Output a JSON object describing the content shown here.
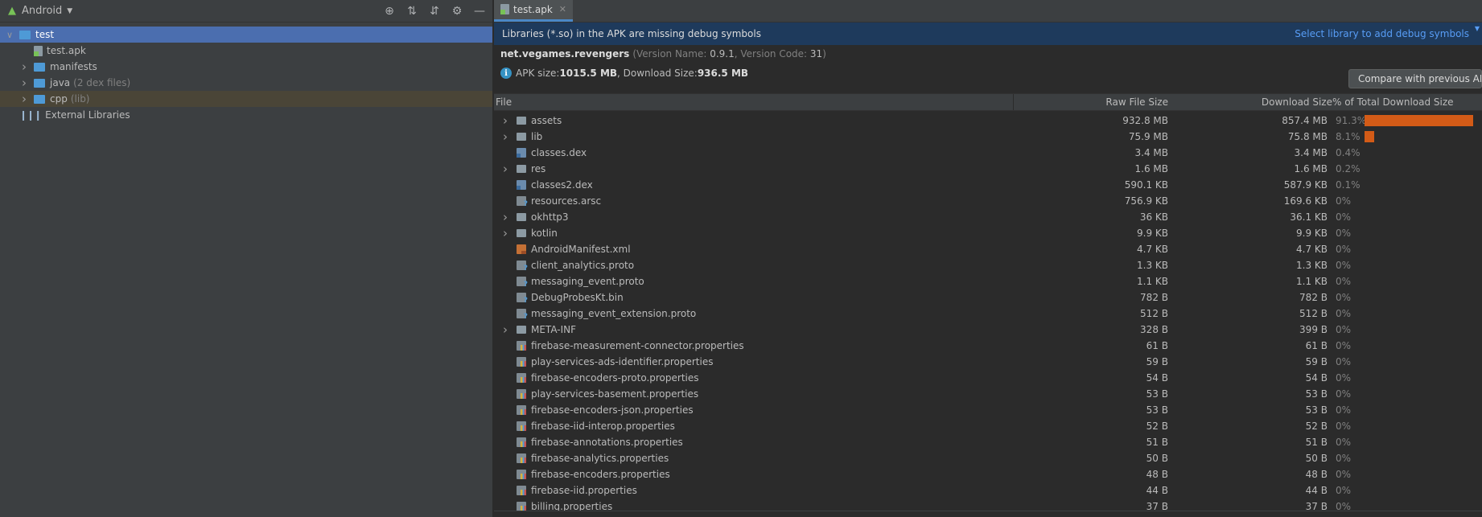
{
  "project_panel": {
    "view_label": "Android",
    "tree": [
      {
        "label": "test",
        "level": 0,
        "expanded": true,
        "icon": "folder-icon",
        "selected": true
      },
      {
        "label": "test.apk",
        "level": 1,
        "icon": "apk-file-icon"
      },
      {
        "label": "manifests",
        "level": 1,
        "collapsed": true,
        "icon": "folder-icon"
      },
      {
        "label": "java",
        "hint": "(2 dex files)",
        "level": 1,
        "collapsed": true,
        "icon": "folder-icon"
      },
      {
        "label": "cpp",
        "hint": "(lib)",
        "level": 1,
        "collapsed": true,
        "icon": "folder-icon",
        "highlight": true
      },
      {
        "label": "External Libraries",
        "level": 0,
        "icon": "library-icon"
      }
    ]
  },
  "editor": {
    "tab_label": "test.apk",
    "banner_text": "Libraries (*.so) in the APK are missing debug symbols",
    "banner_link": "Select library to add debug symbols",
    "package_name": "net.vegames.revengers",
    "version_prefix": "(Version Name: ",
    "version_name": "0.9.1",
    "version_mid": ", Version Code: ",
    "version_code": "31",
    "version_suffix": ")",
    "apk_size_label": "APK size: ",
    "apk_size": "1015.5 MB",
    "download_size_label": ", Download Size: ",
    "download_size": "936.5 MB",
    "compare_button": "Compare with previous APK...",
    "columns": {
      "file": "File",
      "raw": "Raw File Size",
      "download": "Download Size",
      "percent": "% of Total Download Size"
    },
    "rows": [
      {
        "name": "assets",
        "type": "folder",
        "expandable": true,
        "raw": "932.8 MB",
        "download": "857.4 MB",
        "percent": "91.3%",
        "share": 0.913
      },
      {
        "name": "lib",
        "type": "folder",
        "expandable": true,
        "raw": "75.9 MB",
        "download": "75.8 MB",
        "percent": "8.1%",
        "share": 0.081
      },
      {
        "name": "classes.dex",
        "type": "dex",
        "raw": "3.4 MB",
        "download": "3.4 MB",
        "percent": "0.4%",
        "share": 0.004
      },
      {
        "name": "res",
        "type": "folder",
        "expandable": true,
        "raw": "1.6 MB",
        "download": "1.6 MB",
        "percent": "0.2%",
        "share": 0.002
      },
      {
        "name": "classes2.dex",
        "type": "dex",
        "raw": "590.1 KB",
        "download": "587.9 KB",
        "percent": "0.1%",
        "share": 0.001
      },
      {
        "name": "resources.arsc",
        "type": "unknown",
        "raw": "756.9 KB",
        "download": "169.6 KB",
        "percent": "0%",
        "share": 0
      },
      {
        "name": "okhttp3",
        "type": "folder",
        "expandable": true,
        "raw": "36 KB",
        "download": "36.1 KB",
        "percent": "0%",
        "share": 0
      },
      {
        "name": "kotlin",
        "type": "folder",
        "expandable": true,
        "raw": "9.9 KB",
        "download": "9.9 KB",
        "percent": "0%",
        "share": 0
      },
      {
        "name": "AndroidManifest.xml",
        "type": "xml",
        "raw": "4.7 KB",
        "download": "4.7 KB",
        "percent": "0%",
        "share": 0
      },
      {
        "name": "client_analytics.proto",
        "type": "unknown",
        "raw": "1.3 KB",
        "download": "1.3 KB",
        "percent": "0%",
        "share": 0
      },
      {
        "name": "messaging_event.proto",
        "type": "unknown",
        "raw": "1.1 KB",
        "download": "1.1 KB",
        "percent": "0%",
        "share": 0
      },
      {
        "name": "DebugProbesKt.bin",
        "type": "unknown",
        "raw": "782 B",
        "download": "782 B",
        "percent": "0%",
        "share": 0
      },
      {
        "name": "messaging_event_extension.proto",
        "type": "unknown",
        "raw": "512 B",
        "download": "512 B",
        "percent": "0%",
        "share": 0
      },
      {
        "name": "META-INF",
        "type": "folder",
        "expandable": true,
        "raw": "328 B",
        "download": "399 B",
        "percent": "0%",
        "share": 0
      },
      {
        "name": "firebase-measurement-connector.properties",
        "type": "props",
        "raw": "61 B",
        "download": "61 B",
        "percent": "0%",
        "share": 0
      },
      {
        "name": "play-services-ads-identifier.properties",
        "type": "props",
        "raw": "59 B",
        "download": "59 B",
        "percent": "0%",
        "share": 0
      },
      {
        "name": "firebase-encoders-proto.properties",
        "type": "props",
        "raw": "54 B",
        "download": "54 B",
        "percent": "0%",
        "share": 0
      },
      {
        "name": "play-services-basement.properties",
        "type": "props",
        "raw": "53 B",
        "download": "53 B",
        "percent": "0%",
        "share": 0
      },
      {
        "name": "firebase-encoders-json.properties",
        "type": "props",
        "raw": "53 B",
        "download": "53 B",
        "percent": "0%",
        "share": 0
      },
      {
        "name": "firebase-iid-interop.properties",
        "type": "props",
        "raw": "52 B",
        "download": "52 B",
        "percent": "0%",
        "share": 0
      },
      {
        "name": "firebase-annotations.properties",
        "type": "props",
        "raw": "51 B",
        "download": "51 B",
        "percent": "0%",
        "share": 0
      },
      {
        "name": "firebase-analytics.properties",
        "type": "props",
        "raw": "50 B",
        "download": "50 B",
        "percent": "0%",
        "share": 0
      },
      {
        "name": "firebase-encoders.properties",
        "type": "props",
        "raw": "48 B",
        "download": "48 B",
        "percent": "0%",
        "share": 0
      },
      {
        "name": "firebase-iid.properties",
        "type": "props",
        "raw": "44 B",
        "download": "44 B",
        "percent": "0%",
        "share": 0
      },
      {
        "name": "billing.properties",
        "type": "props",
        "raw": "37 B",
        "download": "37 B",
        "percent": "0%",
        "share": 0
      }
    ]
  }
}
